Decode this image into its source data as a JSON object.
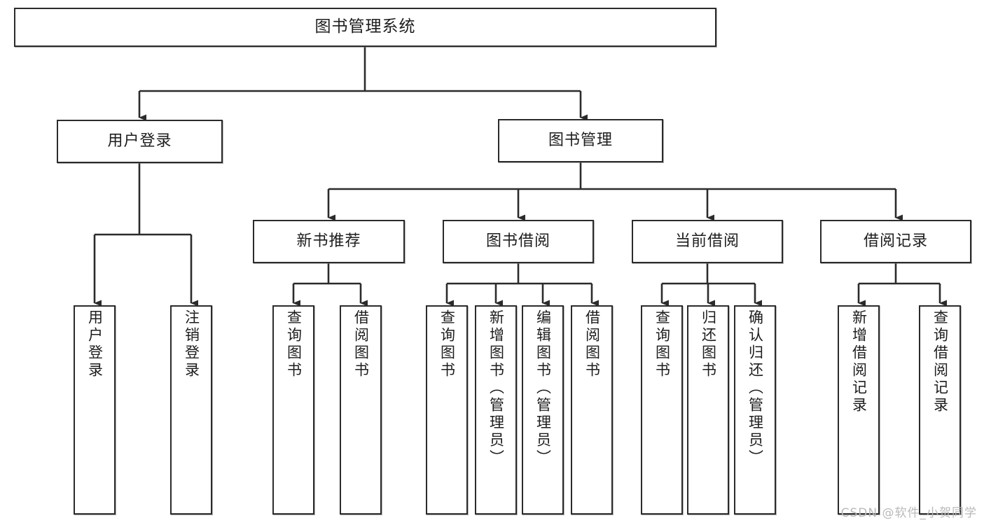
{
  "diagram": {
    "title": "图书管理系统",
    "type": "hierarchy-tree",
    "watermark": "CSDN @软件_小贺同学",
    "colors": {
      "box_border": "#2b2b2b",
      "box_fill": "#ffffff",
      "edge": "#2b2b2b",
      "text": "#1d1d1d",
      "watermark": "#b9b9b9"
    }
  },
  "nodes": {
    "root": {
      "label": "图书管理系统"
    },
    "level2": [
      {
        "id": "user-login",
        "label": "用户登录"
      },
      {
        "id": "book-manage",
        "label": "图书管理"
      }
    ],
    "level3": [
      {
        "id": "new-book-recommend",
        "label": "新书推荐"
      },
      {
        "id": "book-borrow",
        "label": "图书借阅"
      },
      {
        "id": "current-borrow",
        "label": "当前借阅"
      },
      {
        "id": "borrow-record",
        "label": "借阅记录"
      }
    ],
    "leaves": {
      "user_login": [
        {
          "id": "leaf-user-login",
          "label": "用户登录"
        },
        {
          "id": "leaf-logout-login",
          "label": "注销登录"
        }
      ],
      "new_book_recommend": [
        {
          "id": "leaf-query-book-1",
          "label": "查询图书"
        },
        {
          "id": "leaf-borrow-book-1",
          "label": "借阅图书"
        }
      ],
      "book_borrow": [
        {
          "id": "leaf-query-book-2",
          "label": "查询图书"
        },
        {
          "id": "leaf-add-book",
          "label": "新增图书（管理员）"
        },
        {
          "id": "leaf-edit-book",
          "label": "编辑图书（管理员）"
        },
        {
          "id": "leaf-borrow-book-2",
          "label": "借阅图书"
        }
      ],
      "current_borrow": [
        {
          "id": "leaf-query-book-3",
          "label": "查询图书"
        },
        {
          "id": "leaf-return-book",
          "label": "归还图书"
        },
        {
          "id": "leaf-confirm-return",
          "label": "确认归还（管理员）"
        }
      ],
      "borrow_record": [
        {
          "id": "leaf-add-record",
          "label": "新增借阅记录"
        },
        {
          "id": "leaf-query-record",
          "label": "查询借阅记录"
        }
      ]
    }
  }
}
